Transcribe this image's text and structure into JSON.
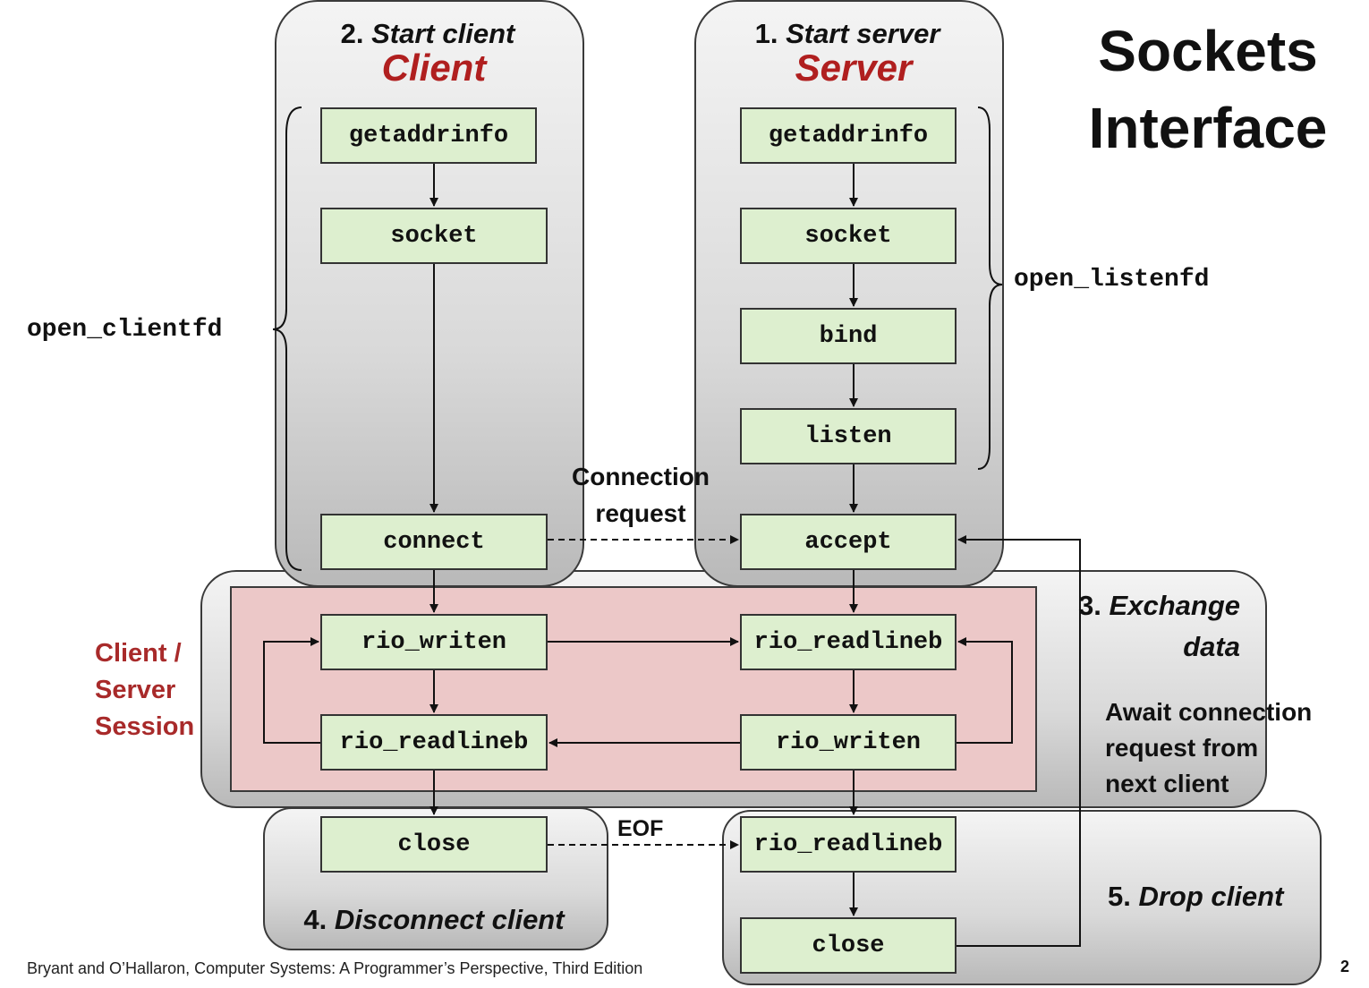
{
  "title": {
    "line1": "Sockets",
    "line2": "Interface"
  },
  "client_region": {
    "step_num": "2.",
    "step_text": "Start client",
    "role": "Client"
  },
  "server_region": {
    "step_num": "1.",
    "step_text": "Start server",
    "role": "Server"
  },
  "exchange_region": {
    "step_num": "3.",
    "step_line1": "Exchange",
    "step_line2": "data"
  },
  "await_note": {
    "line1": "Await connection",
    "line2": "request from",
    "line3": "next client"
  },
  "disconnect_region": {
    "step_num": "4.",
    "step_text": "Disconnect client"
  },
  "drop_region": {
    "step_num": "5.",
    "step_text": "Drop client"
  },
  "session_label": {
    "line1": "Client /",
    "line2": "Server",
    "line3": "Session"
  },
  "client_calls": {
    "getaddrinfo": "getaddrinfo",
    "socket": "socket",
    "connect": "connect",
    "rio_writen": "rio_writen",
    "rio_readlineb": "rio_readlineb",
    "close": "close"
  },
  "server_calls": {
    "getaddrinfo": "getaddrinfo",
    "socket": "socket",
    "bind": "bind",
    "listen": "listen",
    "accept": "accept",
    "rio_readlineb": "rio_readlineb",
    "rio_writen": "rio_writen",
    "rio_readlineb_eof": "rio_readlineb",
    "close": "close"
  },
  "wrappers": {
    "client": "open_clientfd",
    "server": "open_listenfd"
  },
  "connection_label": {
    "line1": "Connection",
    "line2": "request"
  },
  "eof_label": "EOF",
  "footer": "Bryant and O’Hallaron, Computer Systems: A Programmer’s Perspective, Third Edition",
  "page_number": "2",
  "colors": {
    "function_box": "#ddefcf",
    "session_background": "#ecc8c8",
    "role_text": "#b01f1f",
    "session_text": "#a82a2a"
  }
}
